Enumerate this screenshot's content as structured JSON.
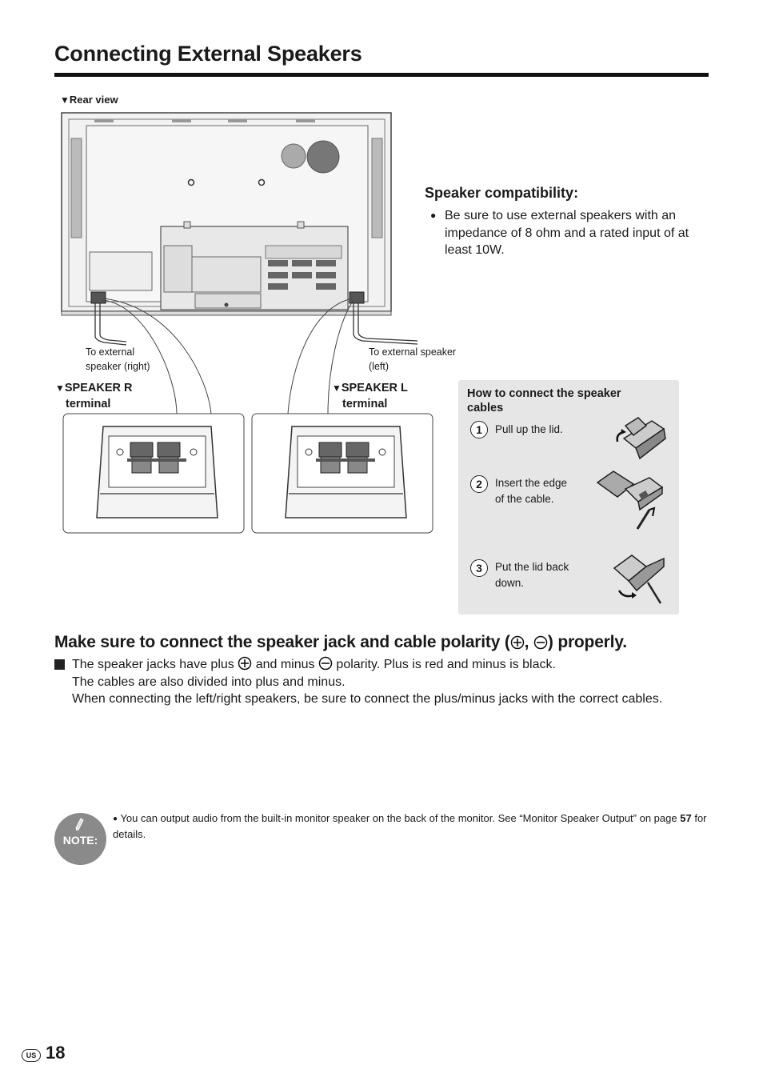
{
  "page": {
    "title": "Connecting External Speakers",
    "page_number": "18",
    "region_badge": "US"
  },
  "rear_view": {
    "label": "Rear view",
    "to_right": [
      "To external",
      "speaker (right)"
    ],
    "to_left": [
      "To external speaker",
      "(left)"
    ],
    "speaker_r": [
      "SPEAKER R",
      "terminal"
    ],
    "speaker_l": [
      "SPEAKER L",
      "terminal"
    ]
  },
  "compatibility": {
    "heading": "Speaker compatibility:",
    "bullet": "●",
    "text": "Be sure to use external speakers with an impedance of 8 ohm and a rated input of at least 10W."
  },
  "howto": {
    "title": "How to connect the speaker cables",
    "steps": [
      {
        "num": "1",
        "lines": [
          "Pull up the lid."
        ]
      },
      {
        "num": "2",
        "lines": [
          "Insert the edge",
          "of the cable."
        ]
      },
      {
        "num": "3",
        "lines": [
          "Put the lid back",
          "down."
        ]
      }
    ]
  },
  "polarity": {
    "heading_start": "Make sure to connect the speaker jack and cable polarity (",
    "heading_sep": ",",
    "heading_end": ") properly.",
    "line1_a": "The speaker jacks have plus",
    "line1_b": "and minus",
    "line1_c": "polarity. Plus is red and minus is black.",
    "line2": "The cables are also divided into plus and minus.",
    "line3": "When connecting the left/right speakers, be sure to connect the plus/minus jacks with the correct cables."
  },
  "note": {
    "label": "NOTE:",
    "bullet": "●",
    "text_a": "You can output audio from the built-in monitor speaker on the back of the monitor.  See “Monitor Speaker Output” on page",
    "page_ref": "57",
    "text_b": "for details."
  }
}
